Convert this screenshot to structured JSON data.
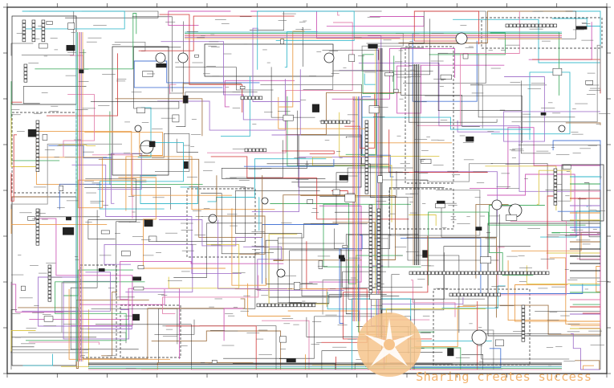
{
  "document": {
    "type": "electrical-schematic",
    "background": "#ffffff",
    "line_color": "#222222",
    "wire_colors": {
      "cyan": "#2bb5c8",
      "green": "#3aa75a",
      "pink": "#e07aa8",
      "red": "#d23a3a",
      "purple": "#9c6cc8",
      "orange": "#e8953a",
      "yellow": "#d9c23a",
      "blue": "#3a6ad2",
      "magenta": "#c84bb0",
      "brown": "#9a6a3a",
      "gray": "#8a8a8a"
    }
  },
  "watermark": {
    "text": "Sharing creates success",
    "color": "#f2b36e",
    "logo_color": "#f6c48c",
    "logo_icon": "sharing-creates-success-logo"
  }
}
